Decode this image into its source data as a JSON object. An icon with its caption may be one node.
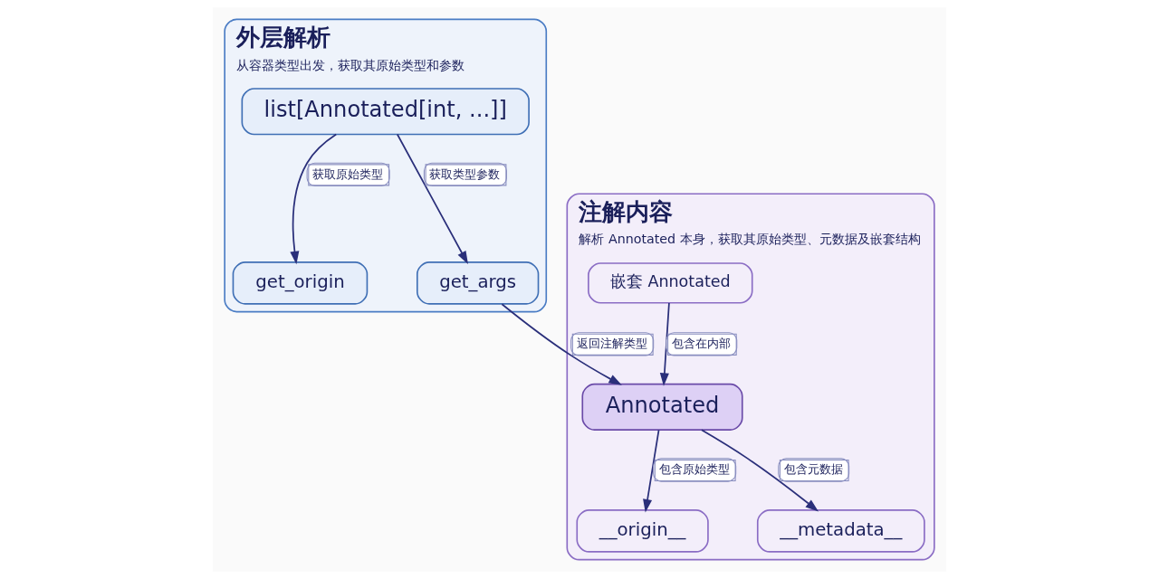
{
  "diagram": {
    "nodes": [
      {
        "text": [
          "外层解析",
          "从容器类型出发，获取其原始类型和参数"
        ]
      },
      {
        "text": [
          "list[Annotated[int, ...]]"
        ],
        "in": 0
      },
      {
        "text": [
          "get_origin"
        ],
        "in": 0
      },
      {
        "text": [
          "get_args"
        ],
        "in": 0
      },
      {
        "text": [
          "注解内容",
          "解析 Annotated 本身，获取其原始类型、元数据及嵌套结构"
        ]
      },
      {
        "text": [
          "Annotated"
        ],
        "in": 4
      },
      {
        "text": [
          "__origin__"
        ],
        "in": 4
      },
      {
        "text": [
          "__metadata__"
        ],
        "in": 4
      },
      {
        "text": [
          "嵌套 Annotated"
        ],
        "in": 4
      }
    ],
    "edges": [
      {
        "from": 1,
        "to": 2,
        "arrow": "to",
        "label": "获取原始类型"
      },
      {
        "from": 1,
        "to": 3,
        "arrow": "to",
        "label": "获取类型参数"
      },
      {
        "from": 3,
        "to": 5,
        "arrow": "to",
        "label": "返回注解类型"
      },
      {
        "from": 5,
        "to": 6,
        "arrow": "to",
        "label": "包含原始类型"
      },
      {
        "from": 5,
        "to": 7,
        "arrow": "to",
        "label": "包含元数据"
      },
      {
        "from": 8,
        "to": 5,
        "arrow": "to",
        "label": "包含在内部"
      }
    ]
  }
}
